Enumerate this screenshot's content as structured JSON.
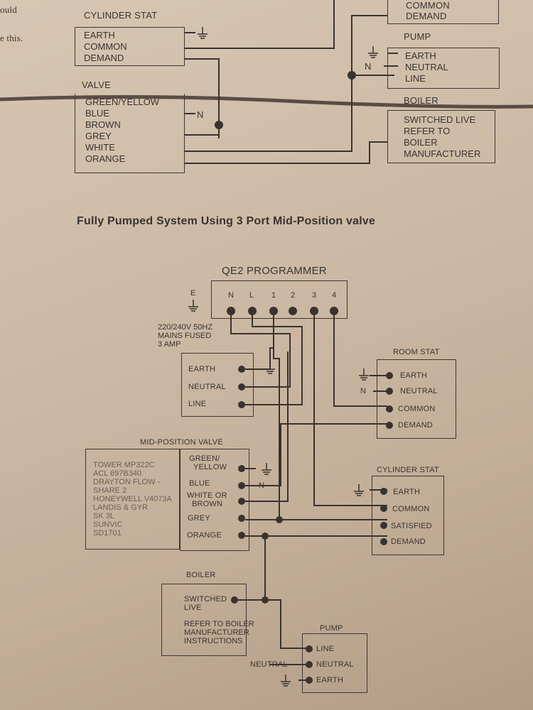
{
  "top_section": {
    "margin_text": [
      "ould",
      "e this."
    ],
    "programmer_partial": {
      "terminals": [
        "COMMON",
        "DEMAND"
      ]
    },
    "cylinder_stat": {
      "label": "CYLINDER STAT",
      "terminals": [
        "EARTH",
        "COMMON",
        "DEMAND"
      ]
    },
    "pump": {
      "label": "PUMP",
      "terminals": [
        "EARTH",
        "NEUTRAL",
        "LINE"
      ],
      "neutral_mark": "N"
    },
    "valve": {
      "label": "VALVE",
      "terminals": [
        "GREEN/YELLOW",
        "BLUE",
        "BROWN",
        "GREY",
        "WHITE",
        "ORANGE"
      ],
      "neutral_mark": "N"
    },
    "boiler": {
      "label": "BOILER",
      "lines": [
        "SWITCHED LIVE",
        "REFER TO",
        "BOILER",
        "MANUFACTURER"
      ]
    }
  },
  "section_title": "Fully Pumped System Using 3 Port Mid-Position valve",
  "programmer": {
    "label": "QE2 PROGRAMMER",
    "earth_label": "E",
    "terminals": [
      "N",
      "L",
      "1",
      "2",
      "3",
      "4"
    ]
  },
  "mains": {
    "lines": [
      "220/240V 50HZ",
      "MAINS FUSED",
      "3 AMP"
    ],
    "terminals": [
      "EARTH",
      "NEUTRAL",
      "LINE"
    ]
  },
  "room_stat": {
    "label": "ROOM STAT",
    "terminals": [
      "EARTH",
      "NEUTRAL",
      "COMMON",
      "DEMAND"
    ],
    "neutral_mark": "N"
  },
  "mid_position_valve": {
    "label": "MID-POSITION VALVE",
    "models": [
      "TOWER MP322C",
      "ACL 697B340",
      "DRAYTON FLOW -",
      "SHARE 2",
      "HONEYWELL V4073A",
      "LANDIS & GYR",
      "SK 3L",
      "SUNVIC",
      "SD1701"
    ],
    "terminals": [
      "GREEN/",
      "YELLOW",
      "BLUE",
      "WHITE OR",
      "BROWN",
      "GREY",
      "ORANGE"
    ],
    "neutral_mark": "N"
  },
  "cylinder_stat": {
    "label": "CYLINDER STAT",
    "terminals": [
      "EARTH",
      "COMMON",
      "SATISFIED",
      "DEMAND"
    ]
  },
  "boiler": {
    "label": "BOILER",
    "lines": [
      "SWITCHED",
      "LIVE"
    ],
    "note": [
      "REFER TO BOILER",
      "MANUFACTURER",
      "INSTRUCTIONS"
    ]
  },
  "pump": {
    "label": "PUMP",
    "terminals": [
      "LINE",
      "NEUTRAL",
      "EARTH"
    ],
    "neutral_label": "NEUTRAL"
  }
}
